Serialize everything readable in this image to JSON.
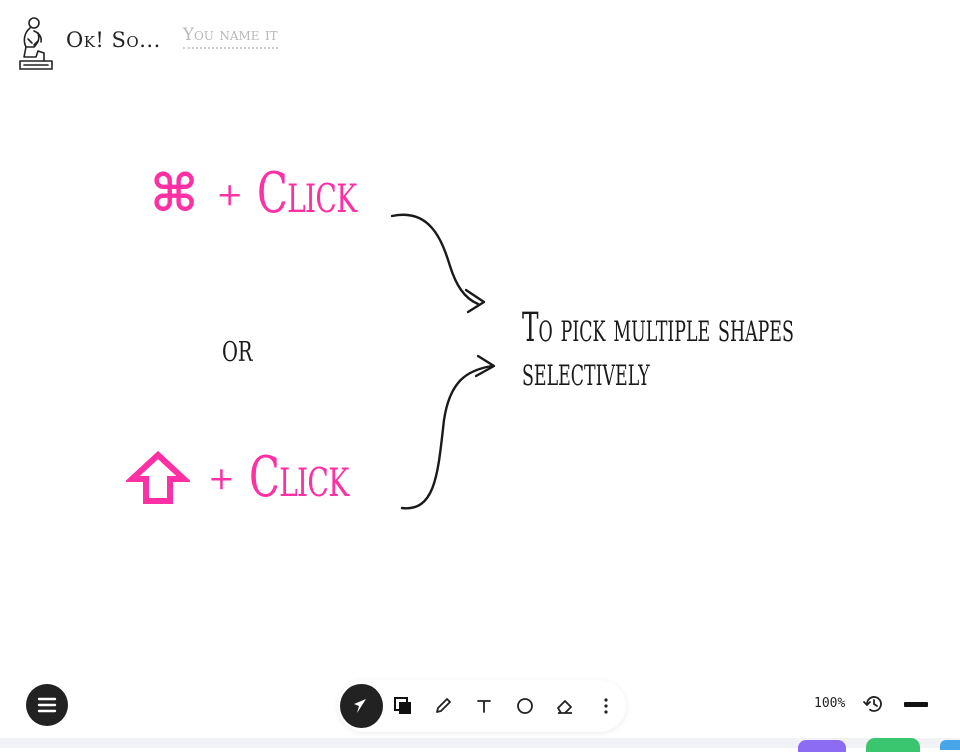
{
  "header": {
    "app_title": "Ok! So...",
    "board_name": "You name it"
  },
  "canvas": {
    "cmd_glyph": "⌘",
    "plus": "+",
    "click_label": "Click",
    "or_label": "or",
    "description_line1": "To pick multiple shapes",
    "description_line2": "selectively",
    "accent_color": "#ff2fa4",
    "ink_color": "#1a1a1a"
  },
  "toolbar": {
    "tools": [
      "pointer-icon",
      "layers-icon",
      "pencil-icon",
      "text-icon",
      "ellipse-icon",
      "eraser-icon",
      "more-icon"
    ],
    "zoom_label": "100%"
  },
  "icons": {
    "menu": "hamburger-icon",
    "history": "history-icon",
    "stroke": "stroke-width-icon",
    "logo": "thinker-statue-icon"
  }
}
